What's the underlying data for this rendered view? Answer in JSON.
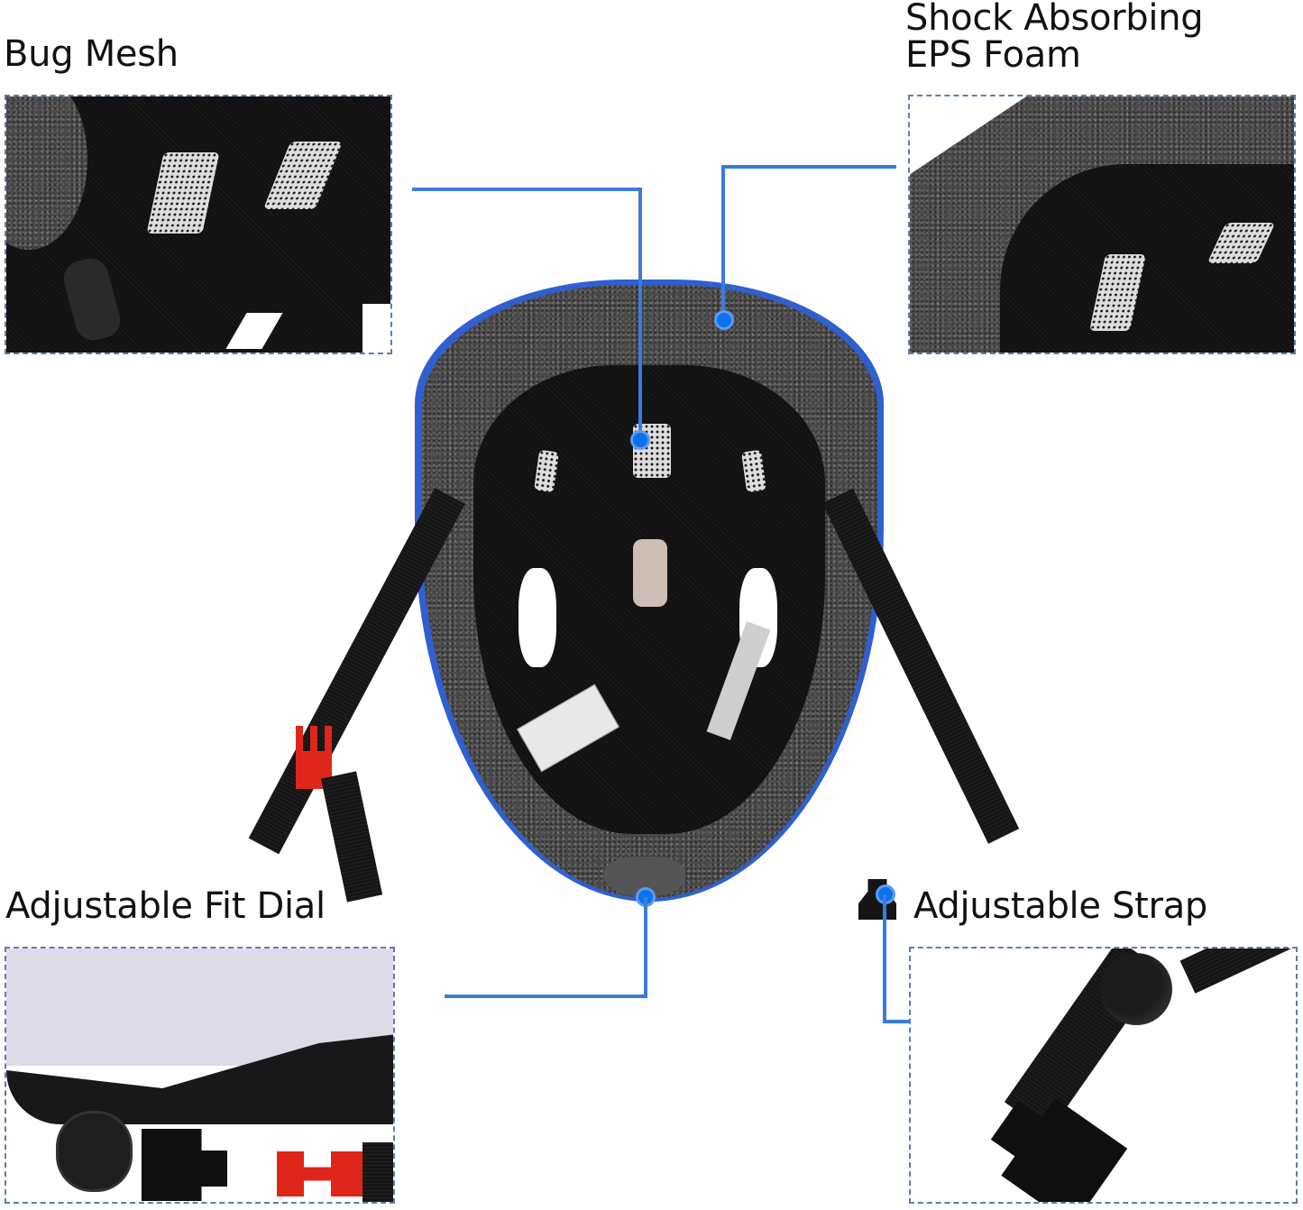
{
  "callouts": {
    "bug_mesh": {
      "label": "Bug Mesh"
    },
    "eps_foam": {
      "line1": "Shock Absorbing",
      "line2": "EPS Foam"
    },
    "fit_dial": {
      "label": "Adjustable Fit Dial"
    },
    "strap": {
      "label": "Adjustable Strap"
    }
  },
  "product": {
    "name_visible": "bicycle helmet (underside view)",
    "colors": {
      "accent_line": "#3b7be0",
      "dot_fill": "#0b72ee",
      "panel_border": "#5b7fa8",
      "shell": "#2f5fd0",
      "foam": "#4a4a4a",
      "liner": "#111111",
      "buckle_red": "#e0251b"
    }
  }
}
